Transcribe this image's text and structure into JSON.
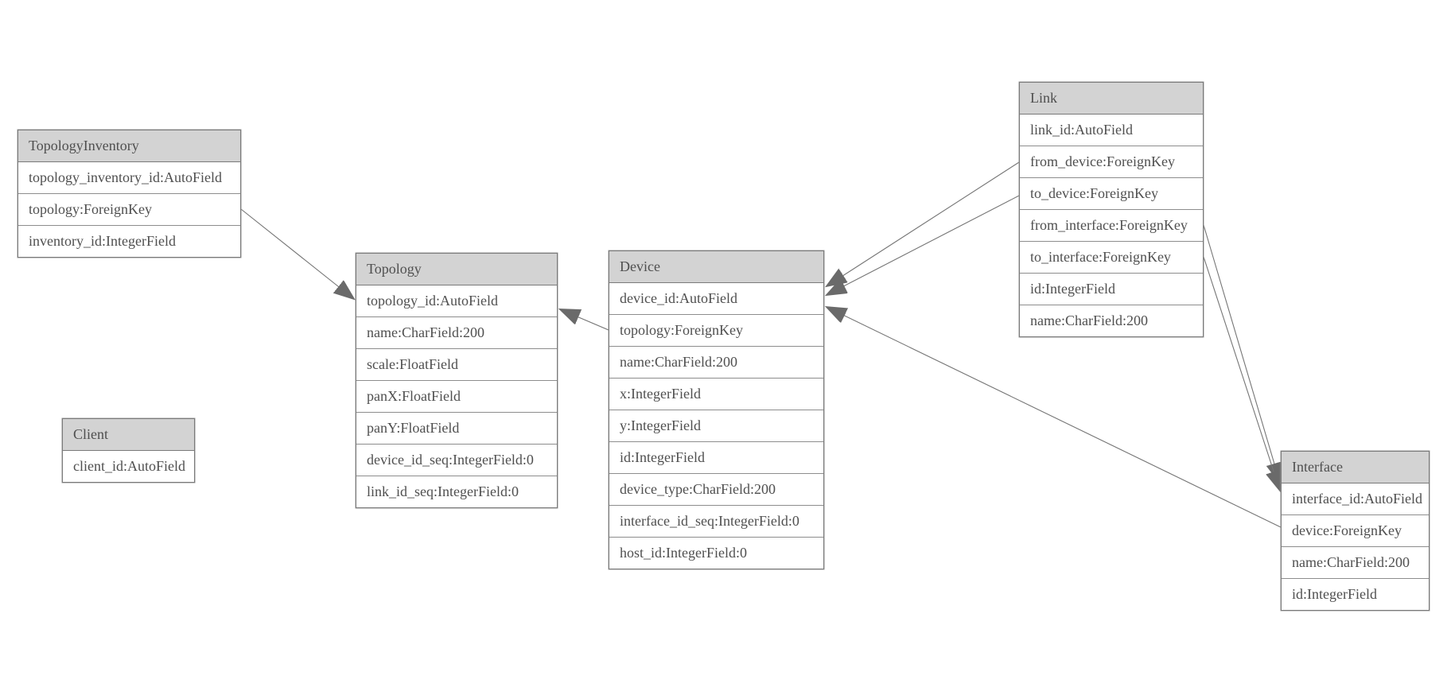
{
  "diagram": {
    "kind": "entity-relationship-model-diagram",
    "colors": {
      "background": "#ffffff",
      "entity_header_fill": "#d3d3d3",
      "entity_border": "#7a7a7a",
      "relation_line": "#757575",
      "arrowhead_fill": "#6a6a6a",
      "text": "#4f4f4f"
    },
    "entities": [
      {
        "title": "TopologyInventory",
        "fields": [
          "topology_inventory_id:AutoField",
          "topology:ForeignKey",
          "inventory_id:IntegerField"
        ]
      },
      {
        "title": "Topology",
        "fields": [
          "topology_id:AutoField",
          "name:CharField:200",
          "scale:FloatField",
          "panX:FloatField",
          "panY:FloatField",
          "device_id_seq:IntegerField:0",
          "link_id_seq:IntegerField:0"
        ]
      },
      {
        "title": "Client",
        "fields": [
          "client_id:AutoField"
        ]
      },
      {
        "title": "Device",
        "fields": [
          "device_id:AutoField",
          "topology:ForeignKey",
          "name:CharField:200",
          "x:IntegerField",
          "y:IntegerField",
          "id:IntegerField",
          "device_type:CharField:200",
          "interface_id_seq:IntegerField:0",
          "host_id:IntegerField:0"
        ]
      },
      {
        "title": "Link",
        "fields": [
          "link_id:AutoField",
          "from_device:ForeignKey",
          "to_device:ForeignKey",
          "from_interface:ForeignKey",
          "to_interface:ForeignKey",
          "id:IntegerField",
          "name:CharField:200"
        ]
      },
      {
        "title": "Interface",
        "fields": [
          "interface_id:AutoField",
          "device:ForeignKey",
          "name:CharField:200",
          "id:IntegerField"
        ]
      }
    ],
    "relations": [
      {
        "from": "TopologyInventory.topology",
        "to": "Topology.topology_id"
      },
      {
        "from": "Device.topology",
        "to": "Topology.topology_id"
      },
      {
        "from": "Link.from_device",
        "to": "Device.device_id"
      },
      {
        "from": "Link.to_device",
        "to": "Device.device_id"
      },
      {
        "from": "Interface.device",
        "to": "Device.device_id"
      },
      {
        "from": "Link.from_interface",
        "to": "Interface.interface_id"
      },
      {
        "from": "Link.to_interface",
        "to": "Interface.interface_id"
      }
    ]
  }
}
